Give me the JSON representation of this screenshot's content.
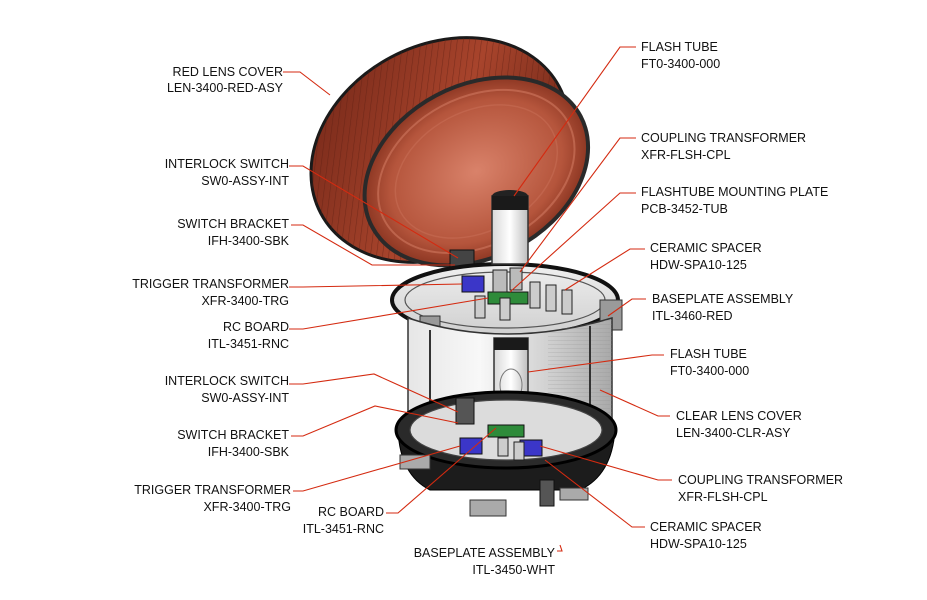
{
  "colors": {
    "leader": "#d42a10",
    "red_lens": "#8a3220",
    "clear_lens": "#d9d9d9",
    "housing": "#1c1c1c",
    "pcb_green": "#2e8b3a",
    "transformer_blue": "#3b36c8"
  },
  "callouts": [
    {
      "id": "red-lens-cover",
      "name": "RED LENS COVER",
      "part": "LEN-3400-RED-ASY"
    },
    {
      "id": "interlock-switch-top",
      "name": "INTERLOCK SWITCH",
      "part": "SW0-ASSY-INT"
    },
    {
      "id": "switch-bracket-top",
      "name": "SWITCH BRACKET",
      "part": "IFH-3400-SBK"
    },
    {
      "id": "trigger-transformer-top",
      "name": "TRIGGER TRANSFORMER",
      "part": "XFR-3400-TRG"
    },
    {
      "id": "rc-board-top",
      "name": "RC BOARD",
      "part": "ITL-3451-RNC"
    },
    {
      "id": "interlock-switch-bottom",
      "name": "INTERLOCK  SWITCH",
      "part": "SW0-ASSY-INT"
    },
    {
      "id": "switch-bracket-bottom",
      "name": "SWITCH BRACKET",
      "part": "IFH-3400-SBK"
    },
    {
      "id": "trigger-transformer-bottom",
      "name": "TRIGGER TRANSFORMER",
      "part": "XFR-3400-TRG"
    },
    {
      "id": "rc-board-bottom",
      "name": "RC BOARD",
      "part": "ITL-3451-RNC"
    },
    {
      "id": "baseplate-assembly-bottom",
      "name": "BASEPLATE ASSEMBLY",
      "part": "ITL-3450-WHT"
    },
    {
      "id": "flash-tube-top",
      "name": "FLASH TUBE",
      "part": "FT0-3400-000"
    },
    {
      "id": "coupling-transformer-top",
      "name": "COUPLING TRANSFORMER",
      "part": "XFR-FLSH-CPL"
    },
    {
      "id": "flashtube-mounting-plate",
      "name": "FLASHTUBE MOUNTING PLATE",
      "part": "PCB-3452-TUB"
    },
    {
      "id": "ceramic-spacer-top",
      "name": "CERAMIC SPACER",
      "part": "HDW-SPA10-125"
    },
    {
      "id": "baseplate-assembly-top",
      "name": "BASEPLATE ASSEMBLY",
      "part": "ITL-3460-RED"
    },
    {
      "id": "flash-tube-bottom",
      "name": "FLASH TUBE",
      "part": "FT0-3400-000"
    },
    {
      "id": "clear-lens-cover",
      "name": "CLEAR LENS COVER",
      "part": "LEN-3400-CLR-ASY"
    },
    {
      "id": "coupling-transformer-bottom",
      "name": "COUPLING TRANSFORMER",
      "part": "XFR-FLSH-CPL"
    },
    {
      "id": "ceramic-spacer-bottom",
      "name": "CERAMIC SPACER",
      "part": "HDW-SPA10-125"
    }
  ]
}
